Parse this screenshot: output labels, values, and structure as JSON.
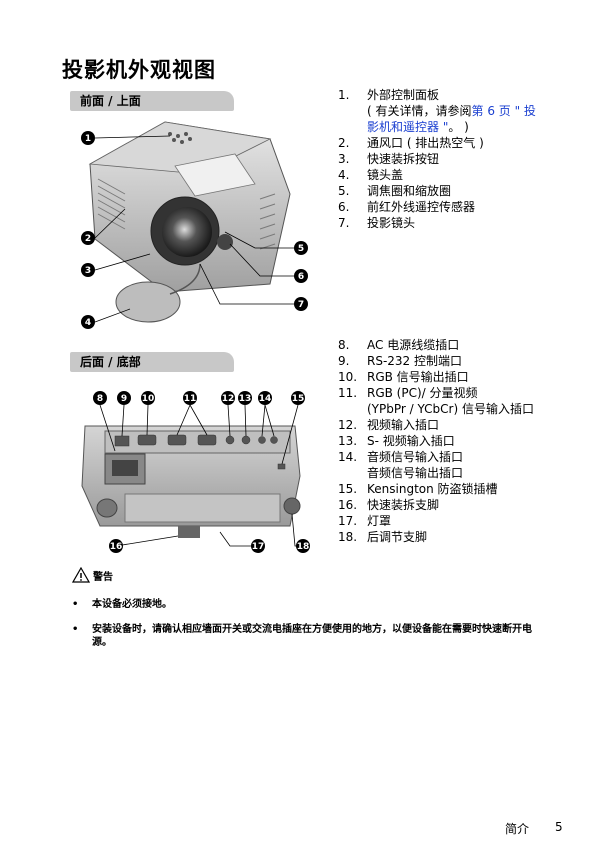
{
  "page_title": "投影机外观视图",
  "front_section": {
    "label": "前面 / 上面"
  },
  "rear_section": {
    "label": "后面 / 底部"
  },
  "front_list": [
    {
      "num": "1.",
      "text": "外部控制面板"
    },
    {
      "num": "",
      "text_pre": "( 有关详情，请参阅",
      "link": "第 6 页 \" 投",
      "text_post": ""
    },
    {
      "num": "",
      "link": "影机和遥控器 \"",
      "text_post": "。 )"
    },
    {
      "num": "2.",
      "text": "通风口 ( 排出热空气 )"
    },
    {
      "num": "3.",
      "text": "快速装拆按钮"
    },
    {
      "num": "4.",
      "text": "镜头盖"
    },
    {
      "num": "5.",
      "text": "调焦圈和缩放圈"
    },
    {
      "num": "6.",
      "text": "前红外线遥控传感器"
    },
    {
      "num": "7.",
      "text": "投影镜头"
    }
  ],
  "rear_list": [
    {
      "num": "8.",
      "text": "AC 电源线缆插口"
    },
    {
      "num": "9.",
      "text": "RS-232 控制端口"
    },
    {
      "num": "10.",
      "text": "RGB 信号输出插口"
    },
    {
      "num": "11.",
      "text": "RGB (PC)/ 分量视频"
    },
    {
      "num": "",
      "text": "(YPbPr / YCbCr) 信号输入插口"
    },
    {
      "num": "12.",
      "text": "视频输入插口"
    },
    {
      "num": "13.",
      "text": "S- 视频输入插口"
    },
    {
      "num": "14.",
      "text": "音频信号输入插口"
    },
    {
      "num": "",
      "text": "音频信号输出插口"
    },
    {
      "num": "15.",
      "text": "Kensington 防盗锁插槽"
    },
    {
      "num": "16.",
      "text": "快速装拆支脚"
    },
    {
      "num": "17.",
      "text": "灯罩"
    },
    {
      "num": "18.",
      "text": "后调节支脚"
    }
  ],
  "front_callouts": [
    "1",
    "2",
    "3",
    "4",
    "5",
    "6",
    "7"
  ],
  "rear_callouts": [
    "8",
    "9",
    "10",
    "11",
    "12",
    "13",
    "14",
    "15",
    "16",
    "17",
    "18"
  ],
  "warning": {
    "icon": "warning-triangle-icon",
    "label": "警告",
    "bullets": [
      "本设备必须接地。",
      "安装设备时，请确认相应墙面开关或交流电插座在方便使用的地方，以便设备能在需要时快速断开电源。"
    ]
  },
  "footer": {
    "section": "简介",
    "page": "5"
  },
  "colors": {
    "link": "#1a3fd0",
    "section_bar": "#c8c8c8",
    "callout": "#000000"
  }
}
